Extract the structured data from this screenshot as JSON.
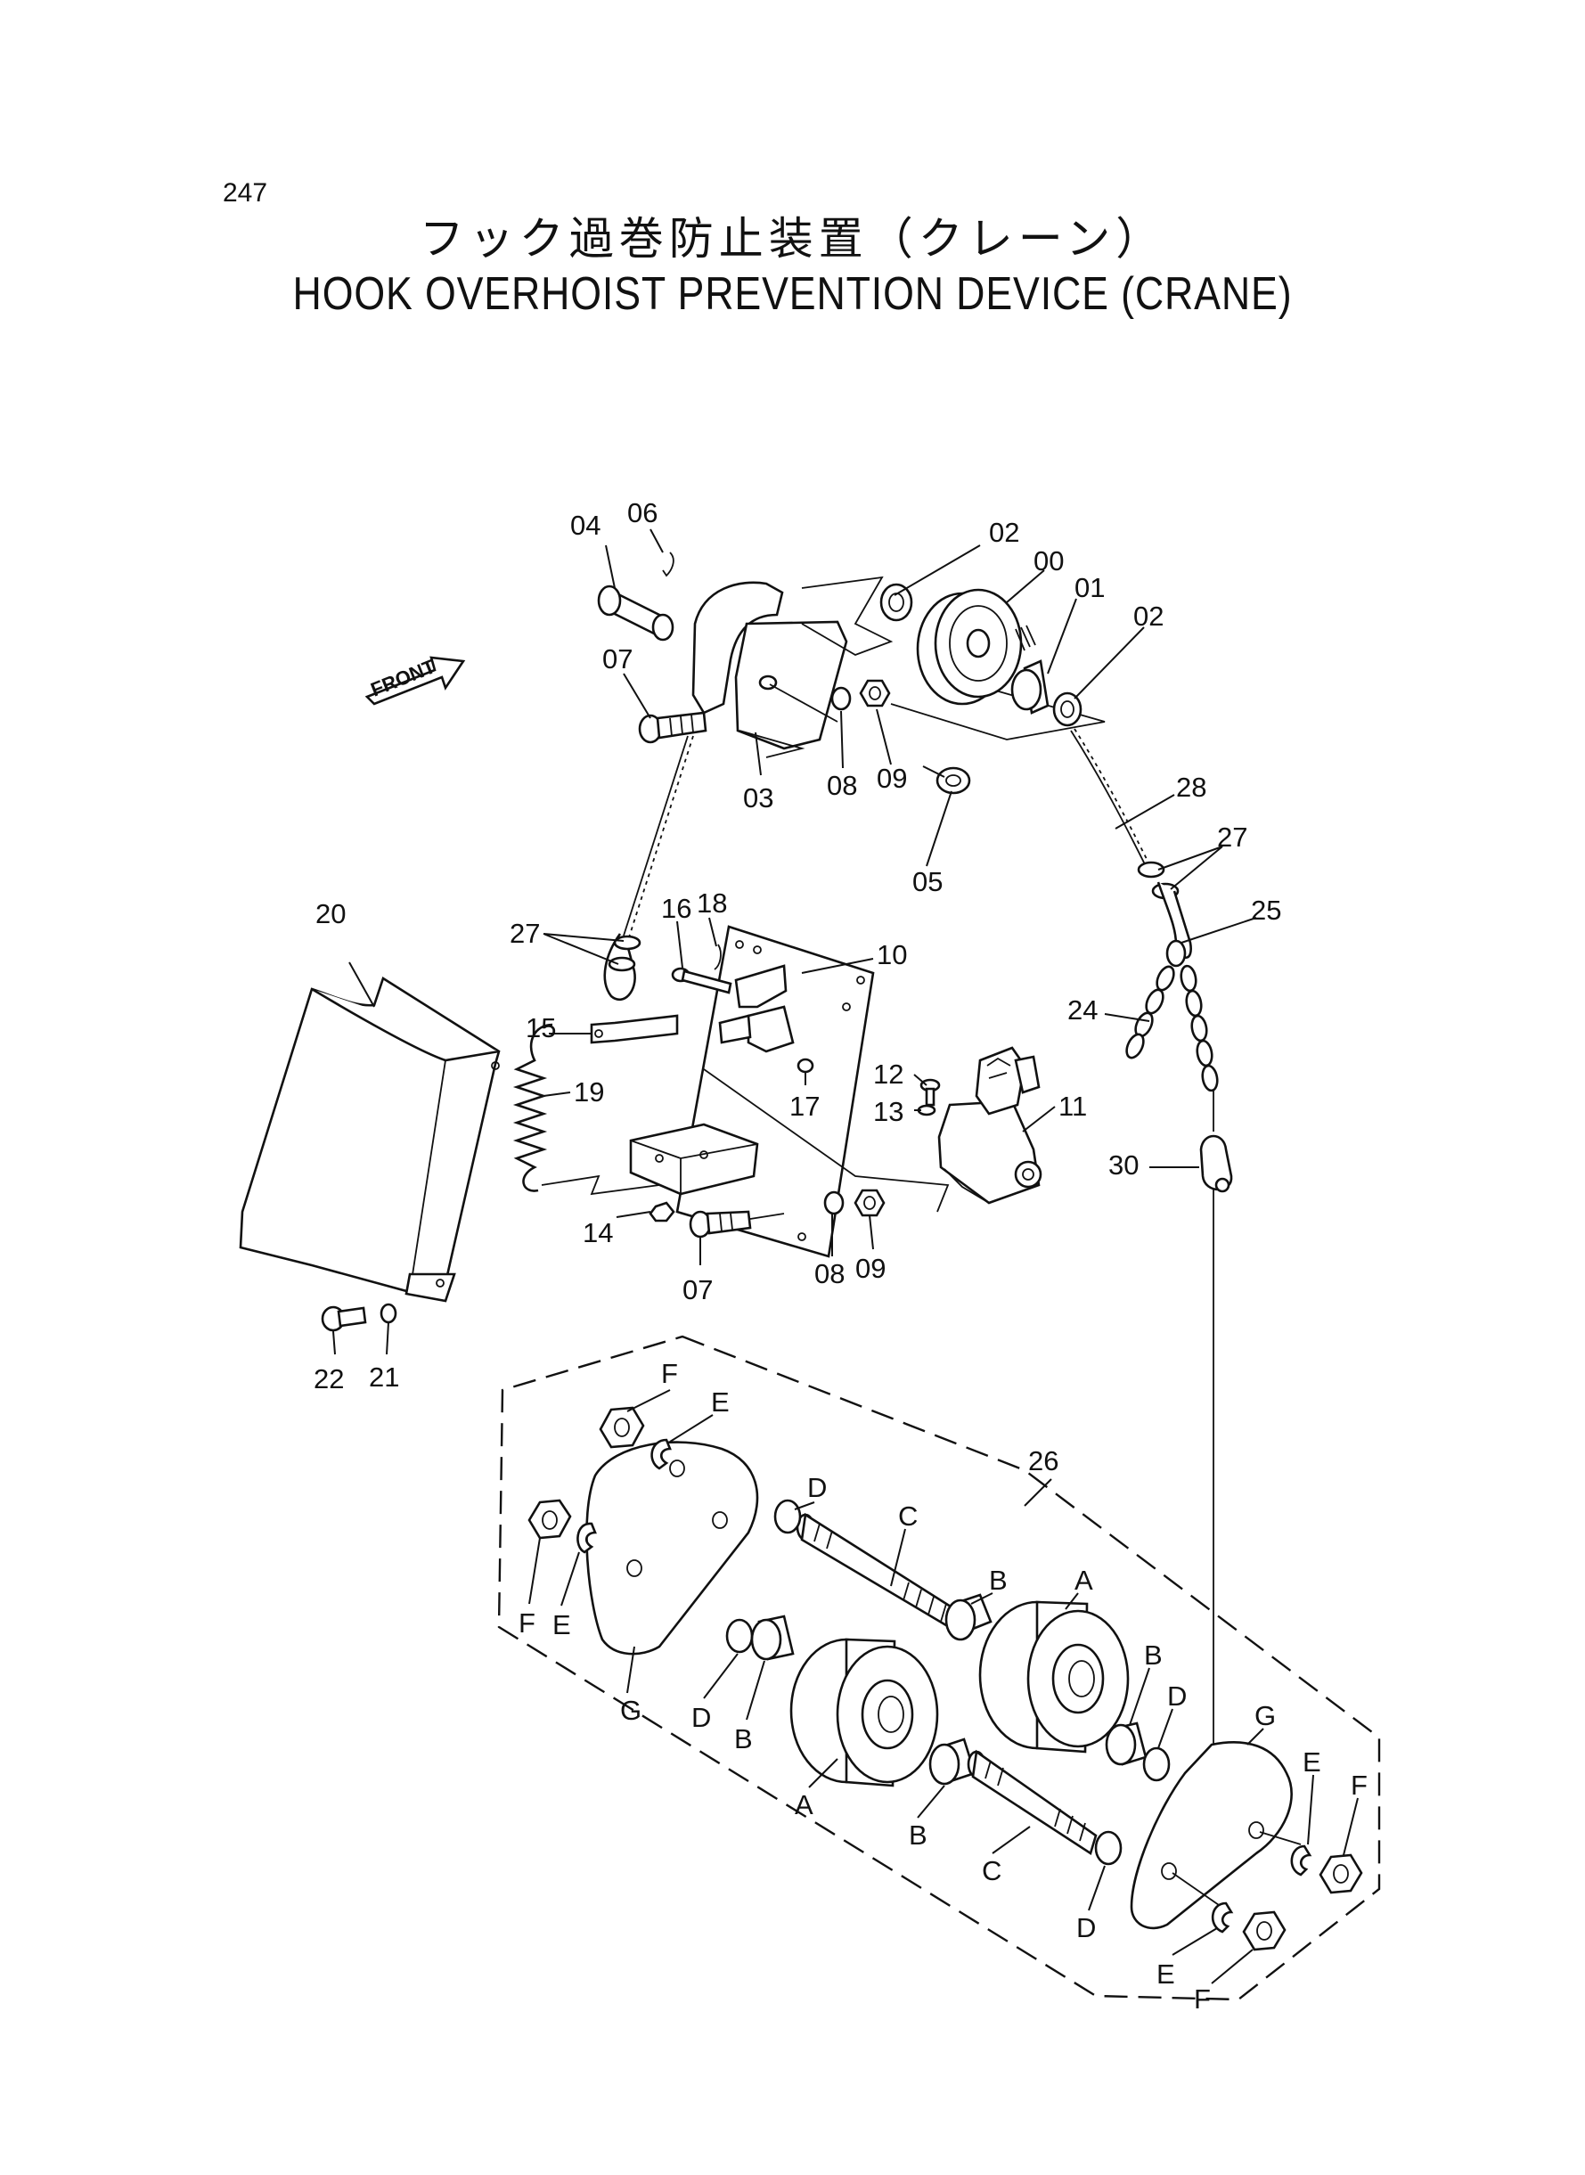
{
  "header": {
    "page_number": "247",
    "title_jp": "フック過巻防止装置（クレーン）",
    "title_en": "HOOK OVERHOIST PREVENTION DEVICE (CRANE)"
  },
  "diagram": {
    "front_label": "FRONT",
    "labels": {
      "l00": "00",
      "l01": "01",
      "l02a": "02",
      "l02b": "02",
      "l03": "03",
      "l04": "04",
      "l05": "05",
      "l06": "06",
      "l07a": "07",
      "l07b": "07",
      "l08a": "08",
      "l08b": "08",
      "l09a": "09",
      "l09b": "09",
      "l10": "10",
      "l11": "11",
      "l12": "12",
      "l13": "13",
      "l14": "14",
      "l15": "15",
      "l16": "16",
      "l17": "17",
      "l18": "18",
      "l19": "19",
      "l20": "20",
      "l21": "21",
      "l22": "22",
      "l24": "24",
      "l25": "25",
      "l26": "26",
      "l27a": "27",
      "l27b": "27",
      "l28": "28",
      "l30": "30",
      "lA1": "A",
      "lA2": "A",
      "lB1": "B",
      "lB2": "B",
      "lB3": "B",
      "lB4": "B",
      "lC1": "C",
      "lC2": "C",
      "lD1": "D",
      "lD2": "D",
      "lD3": "D",
      "lD4": "D",
      "lE1": "E",
      "lE2": "E",
      "lE3": "E",
      "lE4": "E",
      "lF1": "F",
      "lF2": "F",
      "lF3": "F",
      "lF4": "F",
      "lG1": "G",
      "lG2": "G"
    }
  }
}
